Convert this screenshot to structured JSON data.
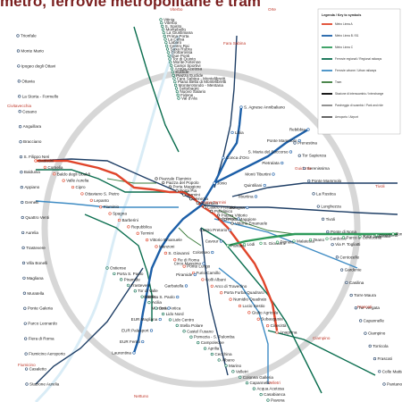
{
  "title": "metro, ferrovie metropolitane e tram",
  "colors": {
    "metro_a": "#e0452b",
    "metro_b": "#1c5fa8",
    "metro_c": "#2e9a5a",
    "fl_rail": "#0b6e4f",
    "fl_dark": "#1f3f66",
    "urban_rail": "#3f8cc4",
    "tram": "#3a7a3a",
    "ring": "#d7d7d7",
    "title": "#7a1f1f"
  },
  "legend": {
    "heading": "Legenda / Key to symbols",
    "items": [
      "Metro Linea A",
      "Metro Linea B / B1",
      "Metro Linea C",
      "Ferrovie regionali / Regional railways",
      "Ferrovie urbane / Urban railways",
      "Tram",
      "Stazione di interscambio / Interchange",
      "Parcheggio di scambio / Park and ride",
      "Aeroporto / Airport"
    ]
  },
  "stations": {
    "north": [
      "Vitinia",
      "Viterbo",
      "S. Spirito",
      "Montebello",
      "La Giustiniana",
      "Prima Porta",
      "La Celsa",
      "Labaro",
      "Centro Rai",
      "Saxa Rubra",
      "Grottarossa",
      "Due Ponti",
      "Tor di Quinto",
      "Monte Antenne",
      "Campi Sportivi",
      "Acqua Acetosa",
      "Euclide",
      "Piazza Euclide",
      "Fara Sabina - Montelibretti",
      "Piana Bella di Montelibretti",
      "Monterotondo - Mentana",
      "Settebagni",
      "Nuovo Salario",
      "Fidene",
      "Val d'Ala"
    ],
    "line_a": [
      "Battistini",
      "Cornelia",
      "Baldo degli Ubaldi",
      "Valle Aurelia",
      "Cipro",
      "Ottaviano S. Pietro",
      "Lepanto",
      "Flaminio",
      "Spagna",
      "Barberini",
      "Repubblica",
      "Termini",
      "Vittorio Emanuele",
      "Manzoni",
      "S. Giovanni",
      "Re di Roma",
      "Ponte Lungo",
      "Furio Camillo",
      "Colli Albani",
      "Arco di Travertino",
      "Porta Furba Quadraro",
      "Numidio Quadrato",
      "Lucio Sestio",
      "Giulio Agricola",
      "Subaugusta",
      "Cinecittà",
      "Anagnina"
    ],
    "line_b": [
      "Rebibbia",
      "Ponte Mammolo",
      "S. Maria del Soccorso",
      "Pietralata",
      "Monti Tiburtini",
      "Quintiliani",
      "Tiburtina",
      "Bologna",
      "Policlinico",
      "Castro Pretorio",
      "Cavour",
      "Colosseo",
      "Circo Massimo",
      "Piramide",
      "Garbatella",
      "Basilica S. Paolo",
      "Marconi",
      "EUR Magliana",
      "EUR Palasport",
      "EUR Fermi",
      "Laurentina"
    ],
    "line_b1": [
      "Jonio",
      "Conca d'Oro",
      "Libia",
      "S. Agnese Annibaliano"
    ],
    "line_c": [
      "Pantano",
      "Lodi",
      "S. Giovanni",
      "Pigneto",
      "Malatesta",
      "Teano",
      "Gardenie",
      "Parco di Centocelle",
      "Torre Spaccata",
      "Giardinetti",
      "Torrenova"
    ],
    "west": [
      "Trionfale",
      "Monte Mario",
      "Ipogeo degli Ottavi",
      "Ottavia",
      "La Storta - Formello",
      "Cesano",
      "Anguillara",
      "Bracciano",
      "S. Filippo Neri",
      "Balduina",
      "Appiano",
      "Gemelli",
      "Quattro Venti",
      "Aurelia",
      "Trastevere",
      "Villa Bonelli",
      "Magliana",
      "Muratella",
      "Ponte Galeria",
      "Parco Leonardo",
      "Fiera di Roma",
      "Fiumicino Aeroporto",
      "Casaletto",
      "Stazione Aurelia"
    ],
    "east": [
      "Prenestina",
      "Tor Sapienza",
      "Serenissima",
      "Ponte Mammolo",
      "La Rustica",
      "Lunghezza",
      "Tivoli",
      "Ponte di Nona",
      "Via P. Togliatti",
      "Centocelle",
      "Gardenie",
      "Casilina",
      "Torre Maura",
      "Tor Vergata",
      "Capannelle",
      "Ciampino",
      "Torricola",
      "Frascati",
      "Colle Mattia",
      "Pantano"
    ],
    "south": [
      "Ostiense",
      "Porta S. Paolo",
      "Piramide",
      "Trastevere",
      "Tor di Valle",
      "Vitinia",
      "Acilia",
      "Ostia Antica",
      "Lido Nord",
      "Lido Centro",
      "Stella Polare",
      "Castel Fusano",
      "Pomezia - S. Palomba",
      "Campoleone",
      "Aprilia",
      "Cecchina",
      "Albano",
      "Marino",
      "Velletri",
      "Colonna Galleria",
      "Capannelle",
      "Acqua Acetosa",
      "Casabianca",
      "Pavona"
    ],
    "center": [
      "Piazzale Flaminio",
      "Piazza del Popolo",
      "Porta Maggiore",
      "Porta Pia",
      "Termini",
      "Venezia",
      "Argentina",
      "Castro Pretorio",
      "Policlinico",
      "Piazza Vittorio",
      "Porta Maggiore",
      "Vittorio Emanuele"
    ]
  },
  "places": [
    "Fiumicino",
    "Ciampino",
    "Roma Termini",
    "Viterbo",
    "Orte",
    "Fara Sabina",
    "Tivoli",
    "Guidonia",
    "Frascati",
    "Velletri",
    "Nettuno",
    "Civitavecchia"
  ]
}
